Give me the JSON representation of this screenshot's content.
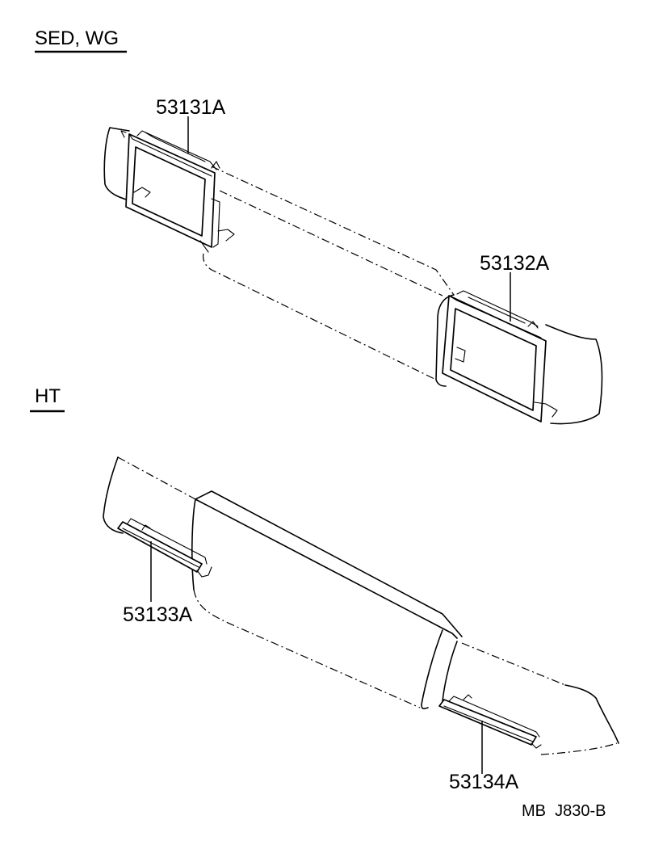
{
  "sections": {
    "sed_wg": "SED, WG",
    "ht": "HT"
  },
  "parts": {
    "p53131a": "53131A",
    "p53132a": "53132A",
    "p53133a": "53133A",
    "p53134a": "53134A"
  },
  "footer": {
    "code": "MB  J830-B"
  }
}
